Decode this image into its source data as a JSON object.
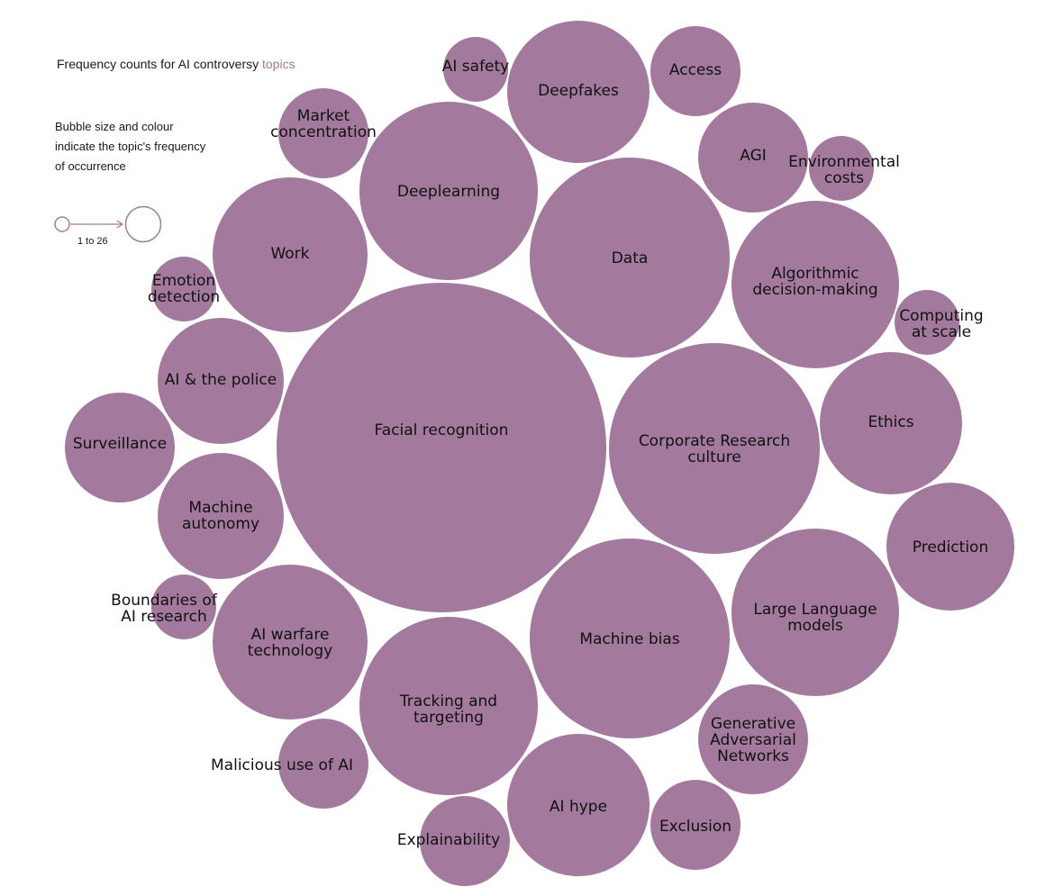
{
  "title": {
    "prefix": "Frequency counts for AI controversy ",
    "accent": "topics"
  },
  "legend": {
    "description": "Bubble size and colour indicate the topic's frequency of occurrence",
    "range_label": "1 to 26"
  },
  "colors": {
    "bubble": "#a4799e",
    "accent": "#a4799e",
    "text": "#111111"
  },
  "chart_data": {
    "type": "bubble",
    "encoding": "Bubble size and colour indicate the topic's frequency of occurrence",
    "range": [
      1,
      26
    ],
    "topics": [
      {
        "label": "Facial recognition",
        "value": 26
      },
      {
        "label": "Data",
        "value": 9
      },
      {
        "label": "Machine bias",
        "value": 9
      },
      {
        "label": "Corporate Research culture",
        "value": 10
      },
      {
        "label": "Deeplearning",
        "value": 7
      },
      {
        "label": "Tracking and targeting",
        "value": 7
      },
      {
        "label": "Algorithmic decision-making",
        "value": 6
      },
      {
        "label": "Large Language models",
        "value": 6
      },
      {
        "label": "Work",
        "value": 5
      },
      {
        "label": "AI warfare technology",
        "value": 5
      },
      {
        "label": "Deepfakes",
        "value": 4
      },
      {
        "label": "AI hype",
        "value": 4
      },
      {
        "label": "Ethics",
        "value": 4
      },
      {
        "label": "Prediction",
        "value": 3
      },
      {
        "label": "AI & the police",
        "value": 3
      },
      {
        "label": "Machine autonomy",
        "value": 3
      },
      {
        "label": "Surveillance",
        "value": 2
      },
      {
        "label": "AGI",
        "value": 2
      },
      {
        "label": "Generative Adversarial Networks",
        "value": 2
      },
      {
        "label": "Access",
        "value": 1
      },
      {
        "label": "Exclusion",
        "value": 1
      },
      {
        "label": "Market concentration",
        "value": 1
      },
      {
        "label": "Malicious use of AI",
        "value": 1
      },
      {
        "label": "Explainability",
        "value": 1
      },
      {
        "label": "AI safety",
        "value": 1
      },
      {
        "label": "Environmental costs",
        "value": 1
      },
      {
        "label": "Computing at scale",
        "value": 1
      },
      {
        "label": "Emotion detection",
        "value": 1
      },
      {
        "label": "Boundaries of AI research",
        "value": 1
      }
    ]
  }
}
